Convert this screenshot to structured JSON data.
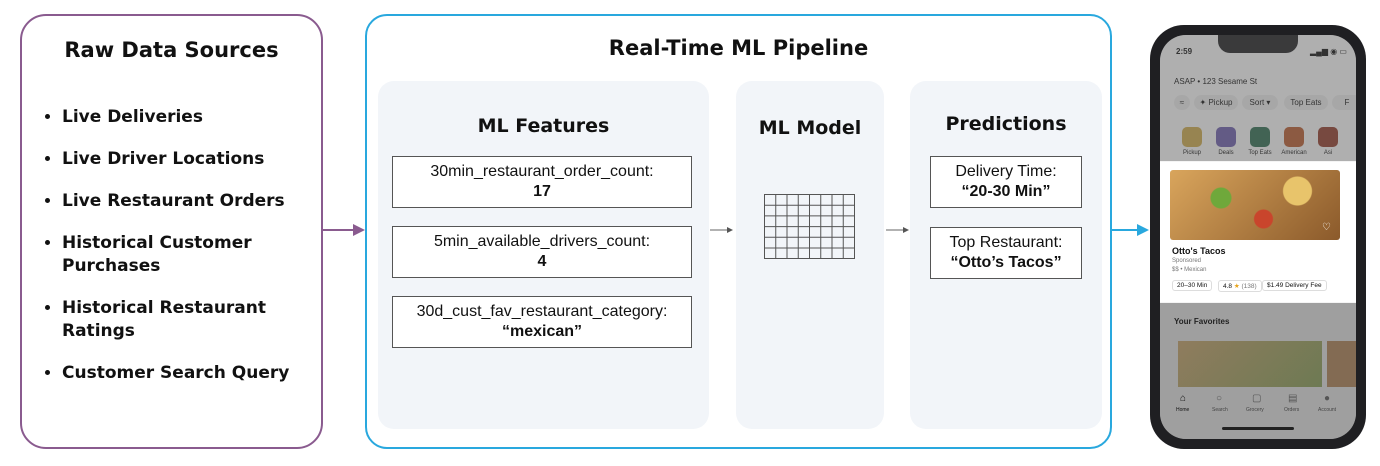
{
  "raw_sources": {
    "title": "Raw Data Sources",
    "items": [
      "Live Deliveries",
      "Live Driver Locations",
      "Live Restaurant Orders",
      "Historical Customer Purchases",
      "Historical Restaurant Ratings",
      "Customer Search Query"
    ]
  },
  "pipeline": {
    "title": "Real-Time ML Pipeline",
    "features": {
      "title": "ML Features",
      "items": [
        {
          "name": "30min_restaurant_order_count:",
          "value": "17"
        },
        {
          "name": "5min_available_drivers_count:",
          "value": "4"
        },
        {
          "name": "30d_cust_fav_restaurant_category:",
          "value": "“mexican”"
        }
      ]
    },
    "model": {
      "title": "ML Model"
    },
    "predictions": {
      "title": "Predictions",
      "items": [
        {
          "name": "Delivery Time:",
          "value": "“20-30 Min”"
        },
        {
          "name": "Top Restaurant:",
          "value": "“Otto’s Tacos”"
        }
      ]
    }
  },
  "phone": {
    "time": "2:59",
    "address": "ASAP • 123 Sesame St",
    "filters": [
      "Pickup",
      "Sort",
      "Top Eats"
    ],
    "categories": [
      "Pickup",
      "Deals",
      "Top Eats",
      "American",
      "Asi"
    ],
    "restaurant": {
      "name": "Otto's Tacos",
      "sponsored": "Sponsored",
      "meta": "$$ • Mexican",
      "eta": "20–30 Min",
      "rating": "4.8",
      "reviews": "(138)",
      "fee": "$1.49 Delivery Fee"
    },
    "section": "Your Favorites",
    "nav": [
      "Home",
      "Search",
      "Grocery",
      "Orders",
      "Account"
    ]
  },
  "colors": {
    "raw_border": "#8a5b8f",
    "pipeline_border": "#29a8de",
    "panel_bg": "#f2f5f9"
  }
}
